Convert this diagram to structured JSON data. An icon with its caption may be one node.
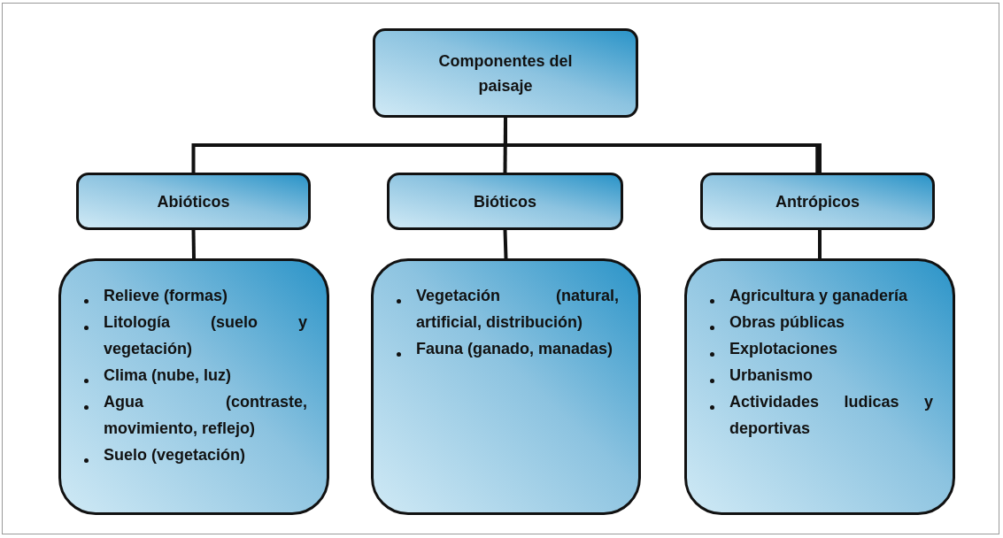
{
  "diagram": {
    "nodes": [
      {
        "text": [
          "Componentes del paisaje"
        ]
      },
      {
        "text": [
          "Abióticos"
        ]
      },
      {
        "text": [
          "Bióticos"
        ]
      },
      {
        "text": [
          "Antrópicos"
        ]
      },
      {
        "text": [
          "Relieve (formas)",
          "Litología (suelo y vegetación)",
          "Clima (nube, luz)",
          "Agua (contraste, movimiento, reflejo)",
          "Suelo (vegetación)"
        ]
      },
      {
        "text": [
          "Vegetación (natural, artificial, distribución)",
          "Fauna (ganado, manadas)"
        ]
      },
      {
        "text": [
          "Agricultura y ganadería",
          "Obras públicas",
          "Explotaciones",
          "Urbanismo",
          "Actividades ludicas y deportivas"
        ]
      }
    ],
    "edges": [
      {
        "from": 0,
        "to": 1,
        "arrow": "none"
      },
      {
        "from": 0,
        "to": 2,
        "arrow": "none"
      },
      {
        "from": 0,
        "to": 3,
        "arrow": "none"
      },
      {
        "from": 1,
        "to": 4,
        "arrow": "none"
      },
      {
        "from": 2,
        "to": 5,
        "arrow": "none"
      },
      {
        "from": 3,
        "to": 6,
        "arrow": "none"
      }
    ]
  }
}
